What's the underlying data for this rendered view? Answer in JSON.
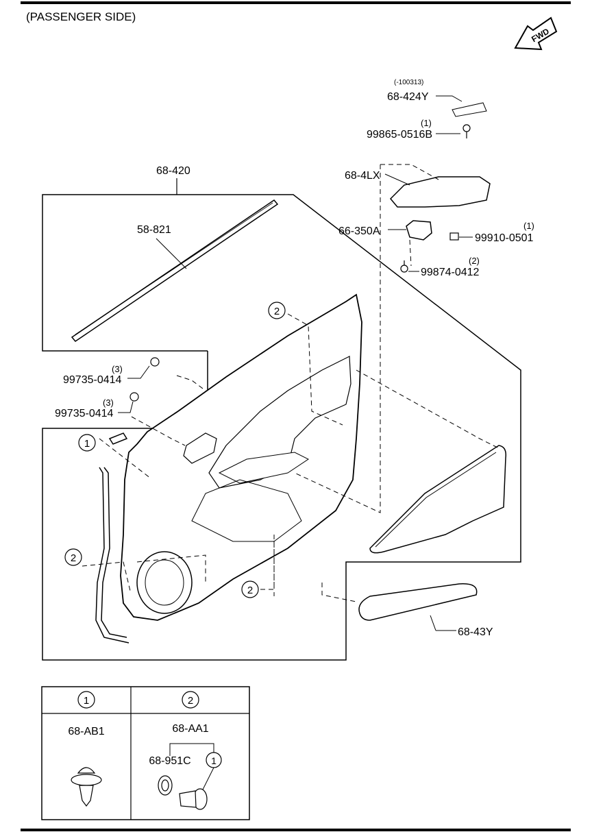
{
  "header": {
    "side_label": "(PASSENGER SIDE)",
    "fwd_label": "FWD"
  },
  "callouts": {
    "68-424Y_note": "(-100313)",
    "68-424Y": "68-424Y",
    "99865-0516B_qty": "(1)",
    "99865-0516B": "99865-0516B",
    "68-4LX": "68-4LX",
    "66-350A": "66-350A",
    "99910-0501_qty": "(1)",
    "99910-0501": "99910-0501",
    "99874-0412_qty": "(2)",
    "99874-0412": "99874-0412",
    "68-420": "68-420",
    "58-821": "58-821",
    "99735-0414_a_qty": "(3)",
    "99735-0414_a": "99735-0414",
    "99735-0414_b_qty": "(3)",
    "99735-0414_b": "99735-0414",
    "68-43Y": "68-43Y"
  },
  "markers": {
    "one": "1",
    "two": "2"
  },
  "legend": {
    "col1": {
      "head": "1",
      "part": "68-AB1"
    },
    "col2": {
      "head": "2",
      "part": "68-AA1",
      "sub_part": "68-951C",
      "sub_marker": "1"
    }
  }
}
